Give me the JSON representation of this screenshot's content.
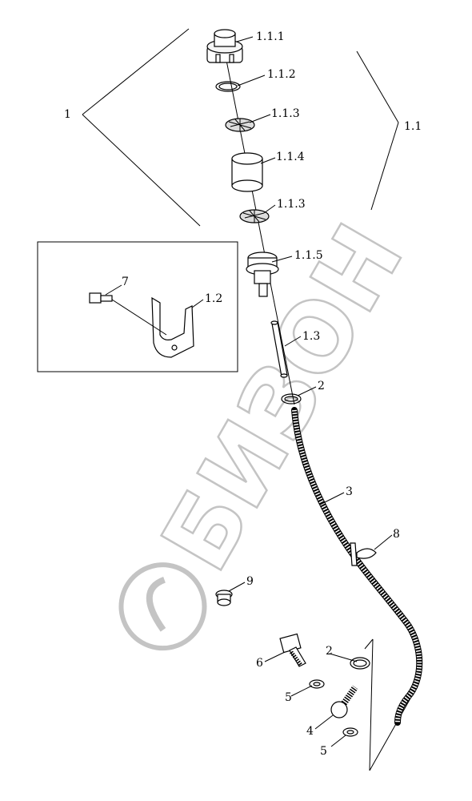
{
  "watermark": {
    "text": "БИЗОН"
  },
  "callouts": {
    "l1": "1",
    "l1_1": "1.1",
    "l1_1_1": "1.1.1",
    "l1_1_2": "1.1.2",
    "l1_1_3a": "1.1.3",
    "l1_1_4": "1.1.4",
    "l1_1_3b": "1.1.3",
    "l1_1_5": "1.1.5",
    "l1_2": "1.2",
    "l1_3": "1.3",
    "l2a": "2",
    "l2b": "2",
    "l3": "3",
    "l4": "4",
    "l5a": "5",
    "l5b": "5",
    "l6": "6",
    "l7": "7",
    "l8": "8",
    "l9": "9"
  }
}
